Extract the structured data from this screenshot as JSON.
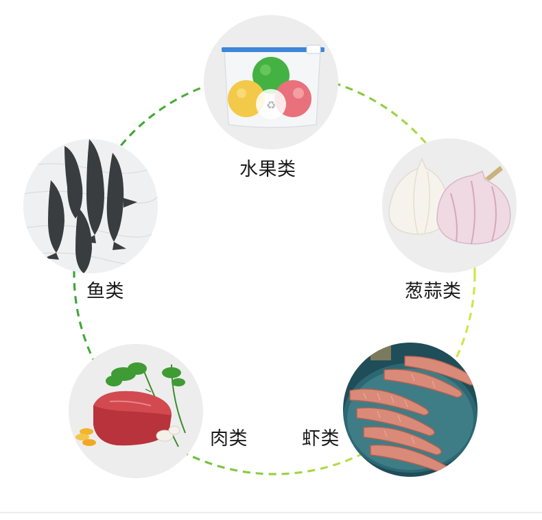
{
  "categories": [
    {
      "key": "fruit",
      "label": "水果类",
      "icon": "fruit-bag-photo"
    },
    {
      "key": "garlic",
      "label": "葱蒜类",
      "icon": "garlic-photo"
    },
    {
      "key": "shrimp",
      "label": "虾类",
      "icon": "mantis-shrimp-photo"
    },
    {
      "key": "meat",
      "label": "肉类",
      "icon": "beef-photo"
    },
    {
      "key": "fish",
      "label": "鱼类",
      "icon": "fish-photo"
    }
  ],
  "colors": {
    "ring_dark": "#2e9a3a",
    "ring_light": "#c6e34a",
    "thumb_bg": "#ededed",
    "label_text": "#1a1a1a"
  }
}
